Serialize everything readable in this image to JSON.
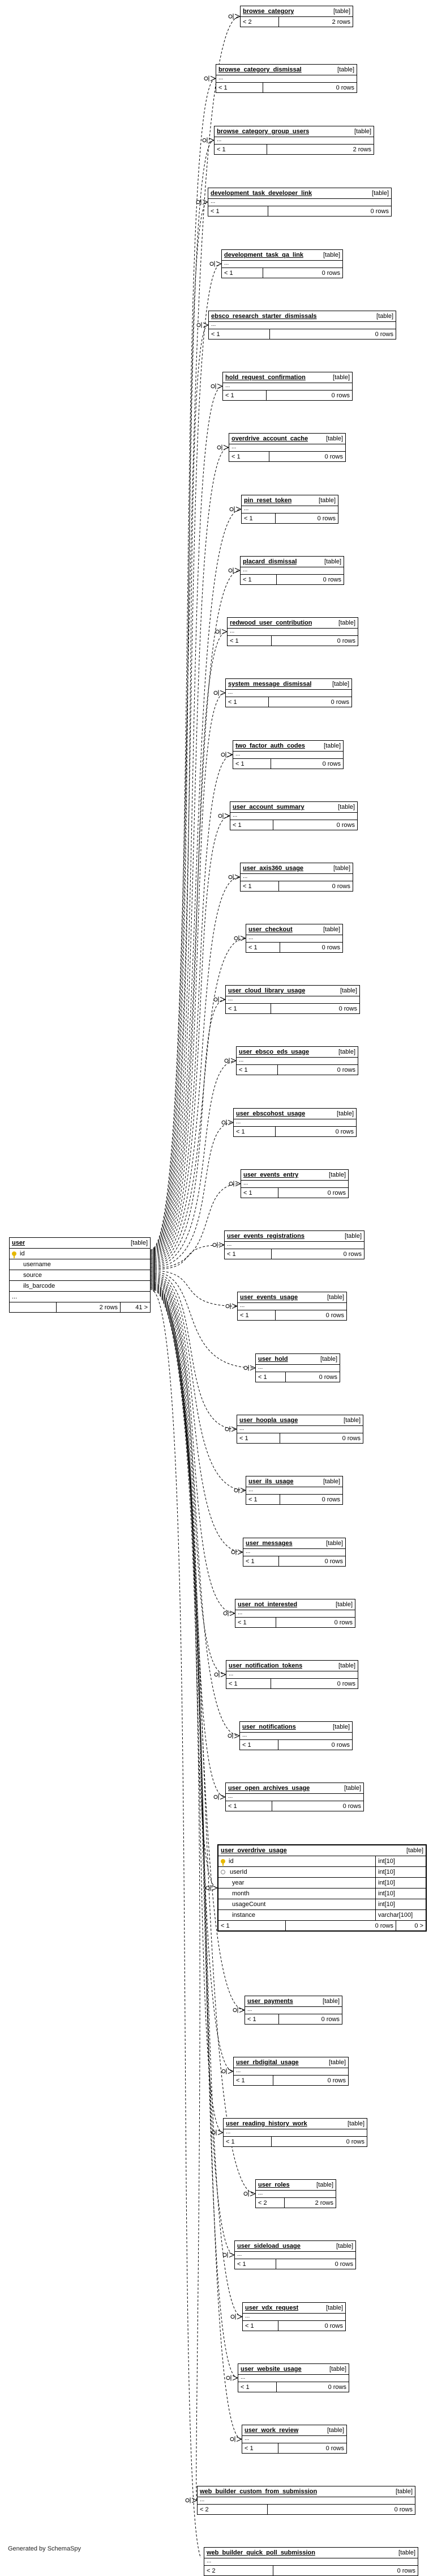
{
  "diagram": {
    "credit": "Generated by SchemaSpy",
    "central": {
      "name": "user",
      "type_label": "[table]",
      "columns": [
        {
          "name": "id",
          "key": true
        },
        {
          "name": "username"
        },
        {
          "name": "source"
        },
        {
          "name": "ils_barcode"
        }
      ],
      "ellipsis": "...",
      "footer": {
        "rows": "2 rows",
        "children": "41 >"
      }
    },
    "tables": [
      {
        "name": "browse_category",
        "type_label": "[table]",
        "parents": "< 2",
        "rows": "2 rows"
      },
      {
        "name": "browse_category_dismissal",
        "type_label": "[table]",
        "ellipsis": "...",
        "parents": "< 1",
        "rows": "0 rows"
      },
      {
        "name": "browse_category_group_users",
        "type_label": "[table]",
        "ellipsis": "...",
        "parents": "< 1",
        "rows": "2 rows"
      },
      {
        "name": "development_task_developer_link",
        "type_label": "[table]",
        "ellipsis": "...",
        "parents": "< 1",
        "rows": "0 rows"
      },
      {
        "name": "development_task_qa_link",
        "type_label": "[table]",
        "ellipsis": "...",
        "parents": "< 1",
        "rows": "0 rows"
      },
      {
        "name": "ebsco_research_starter_dismissals",
        "type_label": "[table]",
        "ellipsis": "...",
        "parents": "< 1",
        "rows": "0 rows"
      },
      {
        "name": "hold_request_confirmation",
        "type_label": "[table]",
        "ellipsis": "...",
        "parents": "< 1",
        "rows": "0 rows"
      },
      {
        "name": "overdrive_account_cache",
        "type_label": "[table]",
        "ellipsis": "...",
        "parents": "< 1",
        "rows": "0 rows"
      },
      {
        "name": "pin_reset_token",
        "type_label": "[table]",
        "ellipsis": "...",
        "parents": "< 1",
        "rows": "0 rows"
      },
      {
        "name": "placard_dismissal",
        "type_label": "[table]",
        "ellipsis": "...",
        "parents": "< 1",
        "rows": "0 rows"
      },
      {
        "name": "redwood_user_contribution",
        "type_label": "[table]",
        "ellipsis": "...",
        "parents": "< 1",
        "rows": "0 rows"
      },
      {
        "name": "system_message_dismissal",
        "type_label": "[table]",
        "ellipsis": "...",
        "parents": "< 1",
        "rows": "0 rows"
      },
      {
        "name": "two_factor_auth_codes",
        "type_label": "[table]",
        "ellipsis": "...",
        "parents": "< 1",
        "rows": "0 rows"
      },
      {
        "name": "user_account_summary",
        "type_label": "[table]",
        "ellipsis": "...",
        "parents": "< 1",
        "rows": "0 rows"
      },
      {
        "name": "user_axis360_usage",
        "type_label": "[table]",
        "ellipsis": "...",
        "parents": "< 1",
        "rows": "0 rows"
      },
      {
        "name": "user_checkout",
        "type_label": "[table]",
        "ellipsis": "...",
        "parents": "< 1",
        "rows": "0 rows"
      },
      {
        "name": "user_cloud_library_usage",
        "type_label": "[table]",
        "ellipsis": "...",
        "parents": "< 1",
        "rows": "0 rows"
      },
      {
        "name": "user_ebsco_eds_usage",
        "type_label": "[table]",
        "ellipsis": "...",
        "parents": "< 1",
        "rows": "0 rows"
      },
      {
        "name": "user_ebscohost_usage",
        "type_label": "[table]",
        "ellipsis": "...",
        "parents": "< 1",
        "rows": "0 rows"
      },
      {
        "name": "user_events_entry",
        "type_label": "[table]",
        "ellipsis": "...",
        "parents": "< 1",
        "rows": "0 rows"
      },
      {
        "name": "user_events_registrations",
        "type_label": "[table]",
        "ellipsis": "...",
        "parents": "< 1",
        "rows": "0 rows"
      },
      {
        "name": "user_events_usage",
        "type_label": "[table]",
        "ellipsis": "...",
        "parents": "< 1",
        "rows": "0 rows"
      },
      {
        "name": "user_hold",
        "type_label": "[table]",
        "ellipsis": "...",
        "parents": "< 1",
        "rows": "0 rows"
      },
      {
        "name": "user_hoopla_usage",
        "type_label": "[table]",
        "ellipsis": "...",
        "parents": "< 1",
        "rows": "0 rows"
      },
      {
        "name": "user_ils_usage",
        "type_label": "[table]",
        "ellipsis": "...",
        "parents": "< 1",
        "rows": "0 rows"
      },
      {
        "name": "user_messages",
        "type_label": "[table]",
        "ellipsis": "...",
        "parents": "< 1",
        "rows": "0 rows"
      },
      {
        "name": "user_not_interested",
        "type_label": "[table]",
        "ellipsis": "...",
        "parents": "< 1",
        "rows": "0 rows"
      },
      {
        "name": "user_notification_tokens",
        "type_label": "[table]",
        "ellipsis": "...",
        "parents": "< 1",
        "rows": "0 rows"
      },
      {
        "name": "user_notifications",
        "type_label": "[table]",
        "ellipsis": "...",
        "parents": "< 1",
        "rows": "0 rows"
      },
      {
        "name": "user_open_archives_usage",
        "type_label": "[table]",
        "ellipsis": "...",
        "parents": "< 1",
        "rows": "0 rows"
      },
      {
        "name": "user_overdrive_usage",
        "type_label": "[table]",
        "focus": true,
        "columns": [
          {
            "name": "id",
            "type": "int[10]",
            "key": true
          },
          {
            "name": "userId",
            "type": "int[10]",
            "fk": true
          },
          {
            "name": "year",
            "type": "int[10]"
          },
          {
            "name": "month",
            "type": "int[10]"
          },
          {
            "name": "usageCount",
            "type": "int[10]"
          },
          {
            "name": "instance",
            "type": "varchar[100]"
          }
        ],
        "parents": "< 1",
        "rows": "0 rows",
        "children": "0 >"
      },
      {
        "name": "user_payments",
        "type_label": "[table]",
        "ellipsis": "...",
        "parents": "< 1",
        "rows": "0 rows"
      },
      {
        "name": "user_rbdigital_usage",
        "type_label": "[table]",
        "ellipsis": "...",
        "parents": "< 1",
        "rows": "0 rows"
      },
      {
        "name": "user_reading_history_work",
        "type_label": "[table]",
        "ellipsis": "...",
        "parents": "< 1",
        "rows": "0 rows"
      },
      {
        "name": "user_roles",
        "type_label": "[table]",
        "ellipsis": "...",
        "parents": "< 2",
        "rows": "2 rows"
      },
      {
        "name": "user_sideload_usage",
        "type_label": "[table]",
        "ellipsis": "...",
        "parents": "< 1",
        "rows": "0 rows"
      },
      {
        "name": "user_vdx_request",
        "type_label": "[table]",
        "ellipsis": "...",
        "parents": "< 1",
        "rows": "0 rows"
      },
      {
        "name": "user_website_usage",
        "type_label": "[table]",
        "ellipsis": "...",
        "parents": "< 1",
        "rows": "0 rows"
      },
      {
        "name": "user_work_review",
        "type_label": "[table]",
        "ellipsis": "...",
        "parents": "< 1",
        "rows": "0 rows"
      },
      {
        "name": "web_builder_custom_from_submission",
        "type_label": "[table]",
        "ellipsis": "...",
        "parents": "< 2",
        "rows": "0 rows"
      },
      {
        "name": "web_builder_quick_poll_submission",
        "type_label": "[table]",
        "ellipsis": "...",
        "parents": "< 2",
        "rows": "0 rows"
      }
    ]
  }
}
